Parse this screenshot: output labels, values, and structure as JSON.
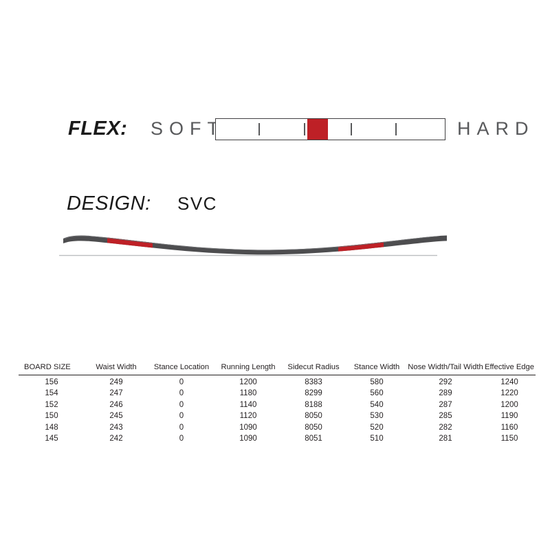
{
  "flex": {
    "label": "FLEX:",
    "soft_label": "SOFT",
    "hard_label": "HARD",
    "scale_min": 1,
    "scale_max": 5,
    "selected_value": 3,
    "tick_count": 4,
    "marker_color": "#be2026",
    "bar_border_color": "#414042"
  },
  "design": {
    "label": "DESIGN:",
    "value": "SVC"
  },
  "profile": {
    "name": "camber-rocker-profile",
    "body_color": "#4d4d4f",
    "contact_color": "#be2026",
    "baseline_color": "#bcbec0"
  },
  "spec_table": {
    "columns": [
      "BOARD SIZE",
      "Waist Width",
      "Stance Location",
      "Running Length",
      "Sidecut Radius",
      "Stance Width",
      "Nose Width/Tail Width",
      "Effective Edge"
    ],
    "rows": [
      [
        "156",
        "249",
        "0",
        "1200",
        "8383",
        "580",
        "292",
        "1240"
      ],
      [
        "154",
        "247",
        "0",
        "1180",
        "8299",
        "560",
        "289",
        "1220"
      ],
      [
        "152",
        "246",
        "0",
        "1140",
        "8188",
        "540",
        "287",
        "1200"
      ],
      [
        "150",
        "245",
        "0",
        "1120",
        "8050",
        "530",
        "285",
        "1190"
      ],
      [
        "148",
        "243",
        "0",
        "1090",
        "8050",
        "520",
        "282",
        "1160"
      ],
      [
        "145",
        "242",
        "0",
        "1090",
        "8051",
        "510",
        "281",
        "1150"
      ]
    ]
  }
}
